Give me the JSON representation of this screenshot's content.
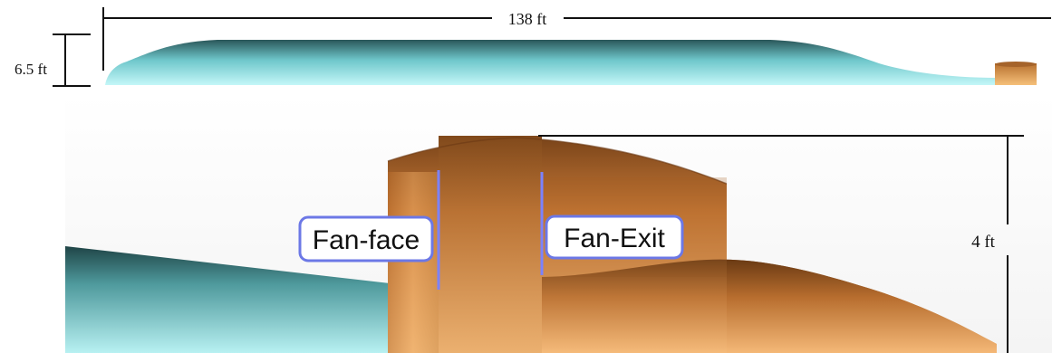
{
  "diagram": {
    "top_view": {
      "length_label": "138 ft",
      "height_label": "6.5 ft"
    },
    "detail_view": {
      "height_label": "4 ft",
      "fan_face_label": "Fan-face",
      "fan_exit_label": "Fan-Exit"
    },
    "colors": {
      "hull_light": "#b5f2f4",
      "hull_dark": "#1f4a4f",
      "duct_light": "#f6c27a",
      "duct_dark": "#6e3e17",
      "station_line": "#7b82ff",
      "label_border": "#6c78e6"
    }
  }
}
